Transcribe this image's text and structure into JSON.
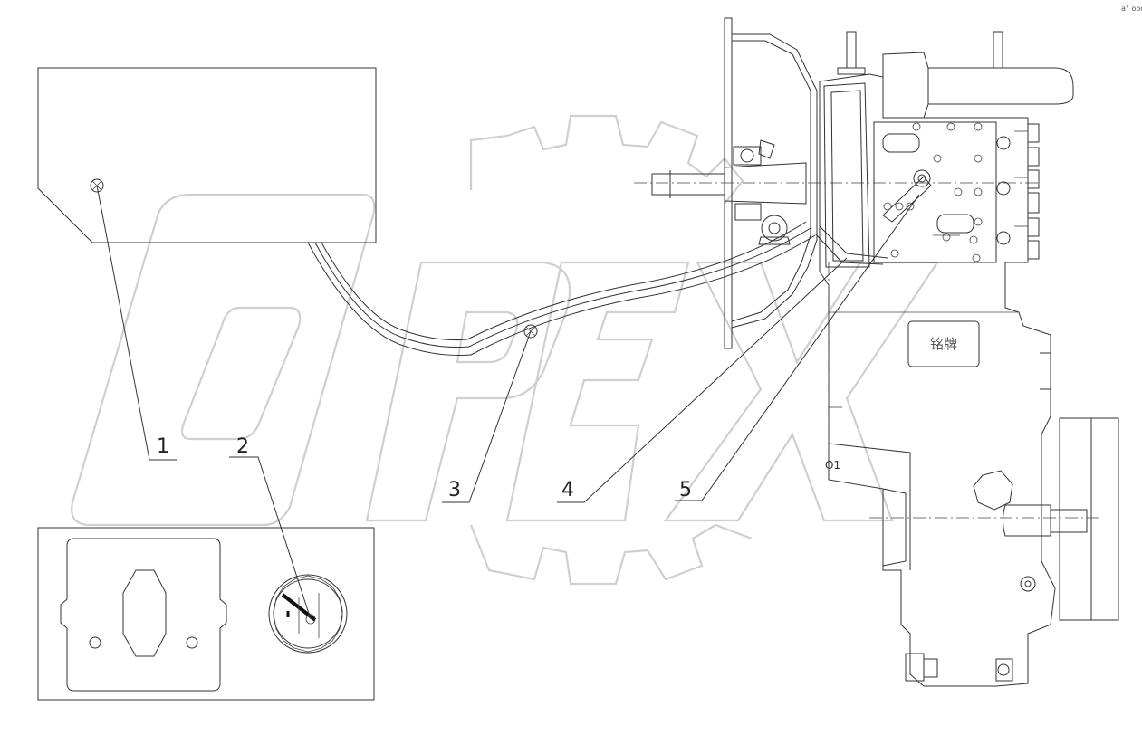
{
  "callouts": [
    {
      "id": "1",
      "label": "1"
    },
    {
      "id": "2",
      "label": "2"
    },
    {
      "id": "3",
      "label": "3"
    },
    {
      "id": "4",
      "label": "4"
    },
    {
      "id": "5",
      "label": "5"
    }
  ],
  "nameplate_label": "铭牌",
  "centerline_label": "O1",
  "watermark": "OPEX",
  "corner_mark": "a° ooo"
}
